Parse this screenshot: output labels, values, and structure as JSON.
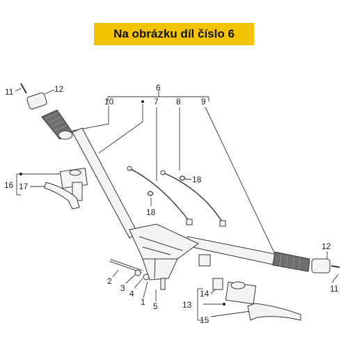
{
  "banner": {
    "text": "Na obrázku díl číslo 6",
    "background": "#f5c400"
  },
  "callouts": {
    "c1": "1",
    "c2": "2",
    "c3": "3",
    "c4": "4",
    "c5": "5",
    "c6": "6",
    "c7": "7",
    "c8": "8",
    "c9": "9",
    "c10": "10",
    "c11_left": "11",
    "c11_right": "11",
    "c12_left": "12",
    "c12_right": "12",
    "c13": "13",
    "c14": "14",
    "c15": "15",
    "c16": "16",
    "c17": "17",
    "c18_upper": "18",
    "c18_lower": "18"
  },
  "colors": {
    "line": "#333333",
    "part_fill": "#f4f4f4",
    "grip_fill": "#6e6e6e"
  }
}
